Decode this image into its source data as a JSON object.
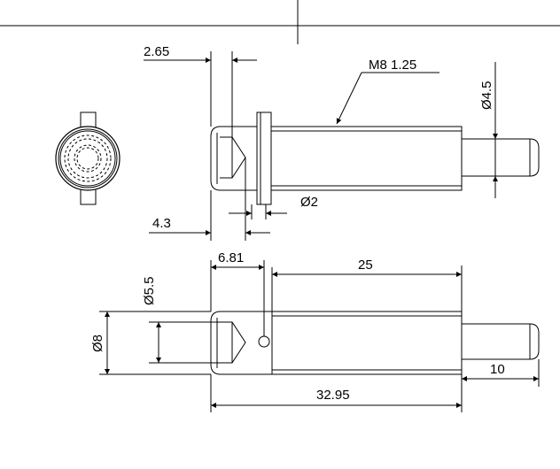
{
  "colors": {
    "line": "#000000",
    "background": "#ffffff"
  },
  "dimensions": {
    "d_2_65": "2.65",
    "thread": "M8 1.25",
    "dia_4_5": "Ø4.5",
    "d_4_3": "4.3",
    "dia_2": "Ø2",
    "d_6_81": "6.81",
    "d_25": "25",
    "dia_5_5": "Ø5.5",
    "dia_8": "Ø8",
    "d_10": "10",
    "d_32_95": "32.95"
  }
}
